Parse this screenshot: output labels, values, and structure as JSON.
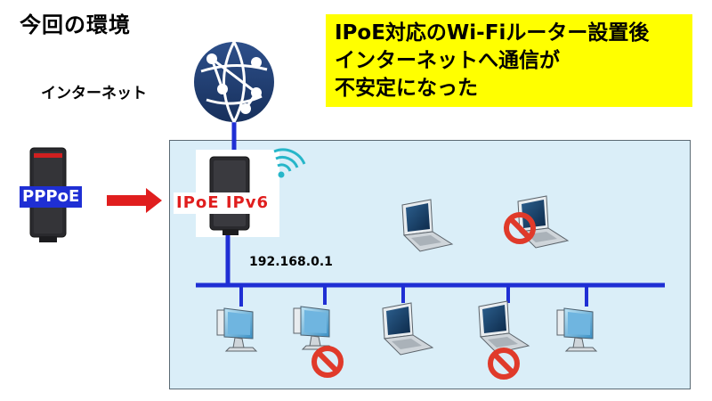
{
  "title": "今回の環境",
  "callout": {
    "lines": [
      "IPoE対応のWi-Fiルーター設置後",
      "インターネットへ通信が",
      "不安定になった"
    ],
    "color": "#ffff00"
  },
  "internet": {
    "label": "インターネット",
    "icon": "globe-network-icon"
  },
  "old_router": {
    "label": "PPPoE",
    "label_bg": "#1f2fd4"
  },
  "new_router": {
    "label": "IPoE  IPv6",
    "ip": "192.168.0.1",
    "label_color": "#e01e1e",
    "icon": "wifi-icon"
  },
  "lan": {
    "background": "#daeef8",
    "line_color": "#1f2fd4",
    "devices": [
      {
        "type": "desktop",
        "blocked": false
      },
      {
        "type": "desktop",
        "blocked": true
      },
      {
        "type": "laptop",
        "blocked": false
      },
      {
        "type": "laptop",
        "blocked": true
      },
      {
        "type": "desktop",
        "blocked": false
      },
      {
        "type": "laptop",
        "blocked": false
      },
      {
        "type": "laptop",
        "blocked": true
      }
    ]
  },
  "arrow_color": "#e01e1e",
  "blocked_icon_color": "#e03a2a"
}
